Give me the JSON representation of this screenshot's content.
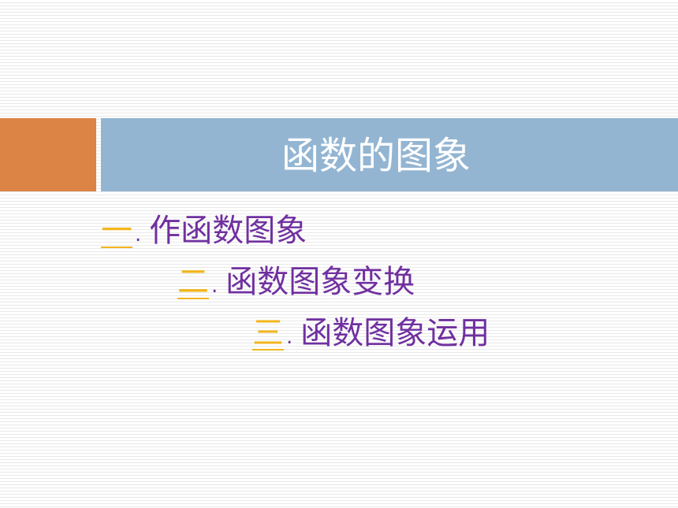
{
  "slide": {
    "title": "函数的图象",
    "items": [
      {
        "number": "一",
        "separator": ".",
        "text": "作函数图象"
      },
      {
        "number": "二",
        "separator": ".",
        "text": "函数图象变换"
      },
      {
        "number": "三",
        "separator": ".",
        "text": "函数图象运用"
      }
    ]
  },
  "colors": {
    "accent_orange": "#dc8445",
    "title_bar_blue": "#93b5d2",
    "title_text": "#ffffff",
    "item_text_purple": "#7030a0",
    "item_number_gold": "#f2b51e"
  }
}
